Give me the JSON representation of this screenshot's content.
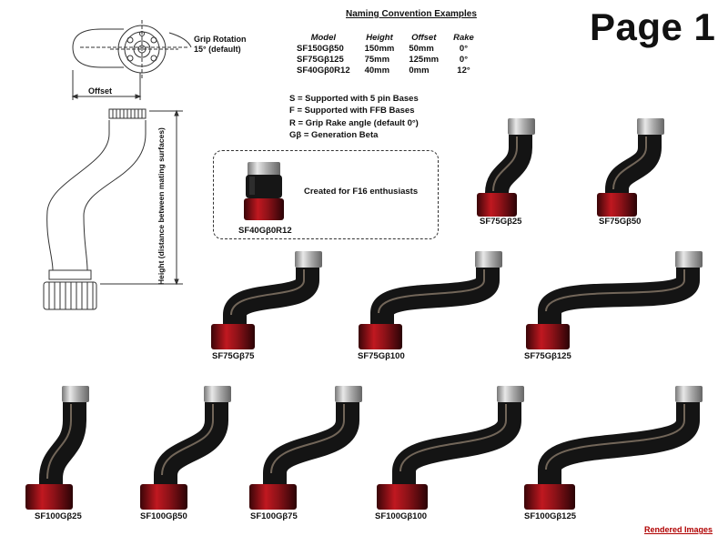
{
  "page_title": "Page 1",
  "naming_convention": {
    "title": "Naming Convention Examples",
    "headers": [
      "Model",
      "Height",
      "Offset",
      "Rake"
    ],
    "rows": [
      [
        "SF150Gβ50",
        "150mm",
        "50mm",
        "0°"
      ],
      [
        "SF75Gβ125",
        "75mm",
        "125mm",
        "0°"
      ],
      [
        "SF40Gβ0R12",
        "40mm",
        "0mm",
        "12°"
      ]
    ]
  },
  "legend": [
    "S = Supported with 5 pin Bases",
    "F = Supported with FFB Bases",
    "R = Grip Rake angle (default 0°)",
    "Gβ = Generation Beta"
  ],
  "diagram": {
    "grip_rotation_line1": "Grip Rotation",
    "grip_rotation_line2": "15° (default)",
    "offset_label": "Offset",
    "height_label": "Height (distance between mating surfaces)"
  },
  "featured": {
    "label": "SF40Gβ0R12",
    "note": "Created for F16 enthusiasts"
  },
  "products": [
    {
      "label": "SF75Gβ25"
    },
    {
      "label": "SF75Gβ50"
    },
    {
      "label": "SF75Gβ75"
    },
    {
      "label": "SF75Gβ100"
    },
    {
      "label": "SF75Gβ125"
    },
    {
      "label": "SF100Gβ25"
    },
    {
      "label": "SF100Gβ50"
    },
    {
      "label": "SF100Gβ75"
    },
    {
      "label": "SF100Gβ100"
    },
    {
      "label": "SF100Gβ125"
    }
  ],
  "footer_link": "Rendered Images",
  "colors": {
    "tube": "#141414",
    "highlight": "#8a7a6a",
    "base": "#8e1218",
    "thread": "#b8b8b8",
    "link": "#b00000"
  }
}
